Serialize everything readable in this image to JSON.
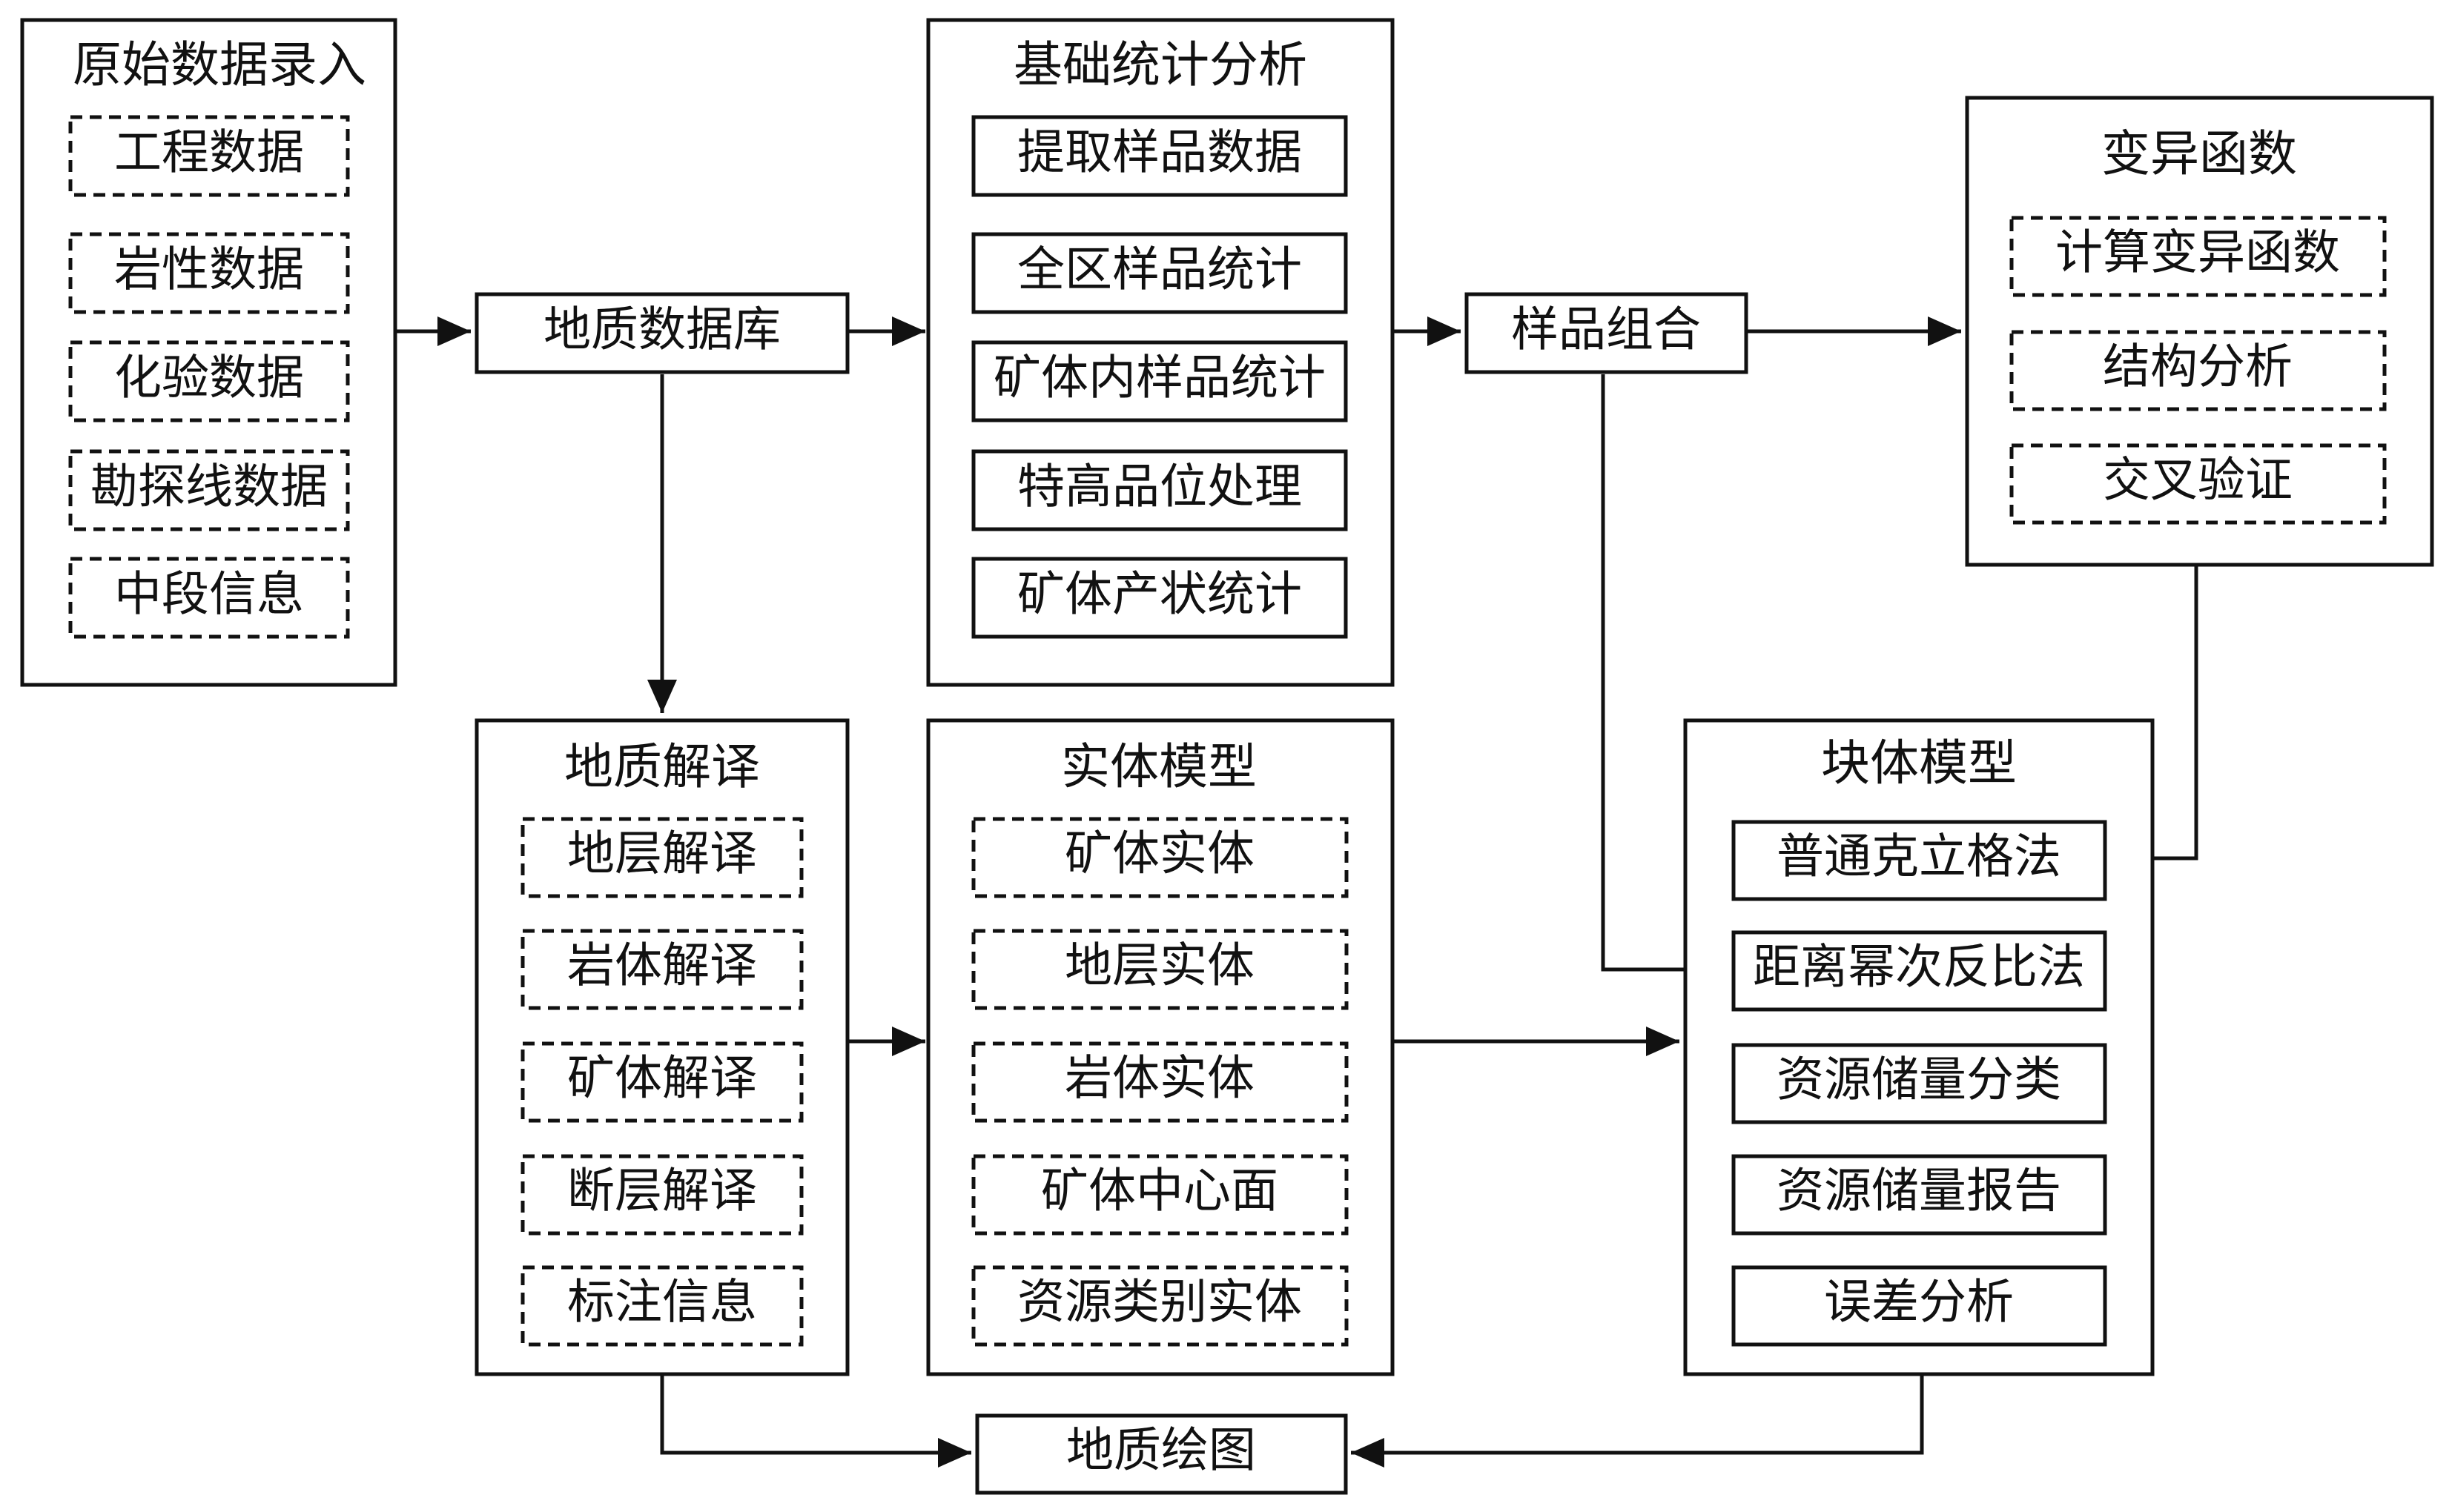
{
  "groups": {
    "raw_input": {
      "title": "原始数据录入",
      "items": [
        "工程数据",
        "岩性数据",
        "化验数据",
        "勘探线数据",
        "中段信息"
      ]
    },
    "basic_stats": {
      "title": "基础统计分析",
      "items": [
        "提取样品数据",
        "全区样品统计",
        "矿体内样品统计",
        "特高品位处理",
        "矿体产状统计"
      ]
    },
    "variogram": {
      "title": "变异函数",
      "items": [
        "计算变异函数",
        "结构分析",
        "交叉验证"
      ]
    },
    "geo_interp": {
      "title": "地质解译",
      "items": [
        "地层解译",
        "岩体解译",
        "矿体解译",
        "断层解译",
        "标注信息"
      ]
    },
    "solid_model": {
      "title": "实体模型",
      "items": [
        "矿体实体",
        "地层实体",
        "岩体实体",
        "矿体中心面",
        "资源类别实体"
      ]
    },
    "block_model": {
      "title": "块体模型",
      "items": [
        "普通克立格法",
        "距离幂次反比法",
        "资源储量分类",
        "资源储量报告",
        "误差分析"
      ]
    }
  },
  "nodes": {
    "geo_database": "地质数据库",
    "sample_combine": "样品组合",
    "geo_drawing": "地质绘图"
  }
}
